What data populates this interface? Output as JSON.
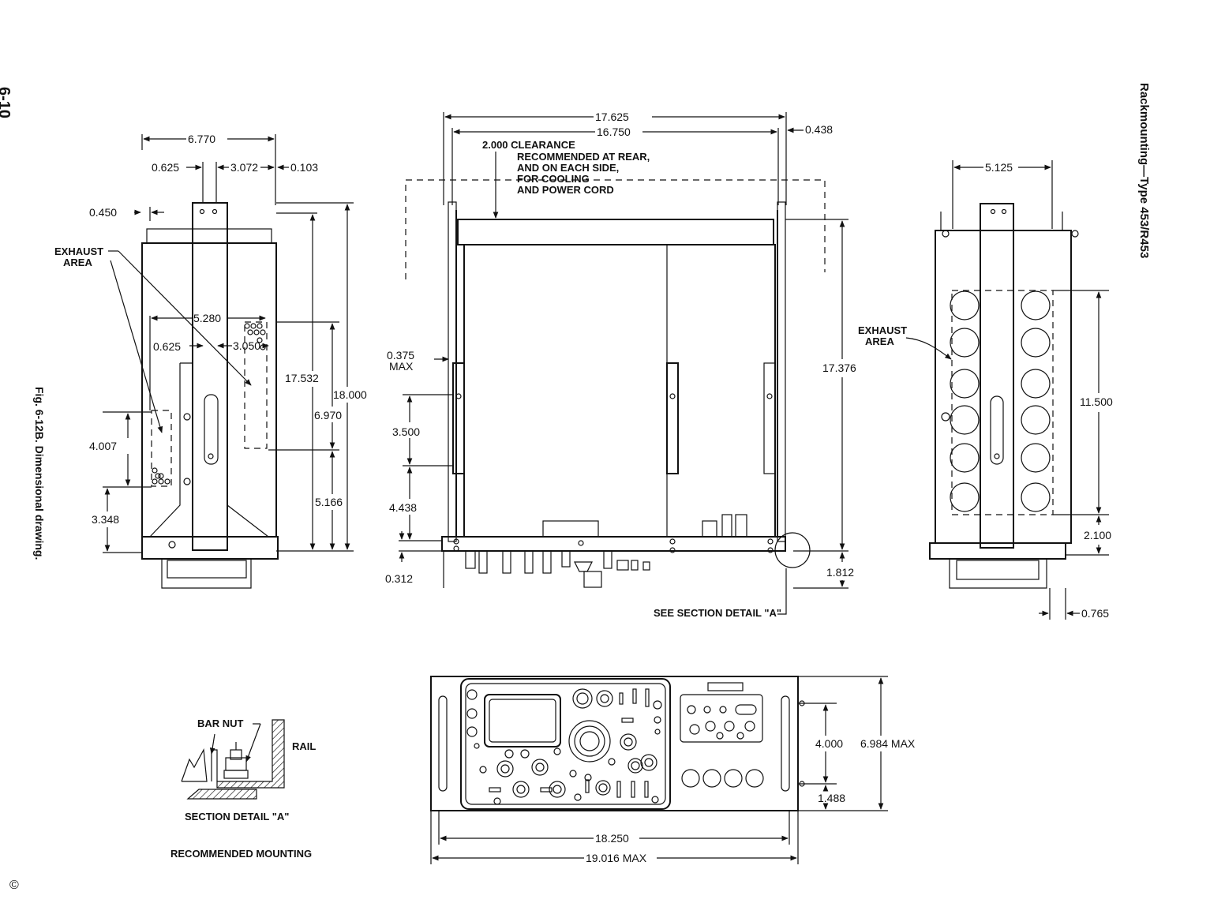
{
  "page": {
    "page_number": "6-10",
    "running_head": "Rackmounting—Type 453/R453",
    "figure_caption": "Fig. 6-12B. Dimensional drawing.",
    "copyright_mark": "©"
  },
  "left_view": {
    "d_6770": "6.770",
    "d_0625_top": "0.625",
    "d_3072": "3.072",
    "d_0103": "0.103",
    "d_0450": "0.450",
    "exhaust_label_1": "EXHAUST",
    "exhaust_label_2": "AREA",
    "d_5280": "5.280",
    "d_0625_mid": "0.625",
    "d_3050": "3.050",
    "d_17532": "17.532",
    "d_18000": "18.000",
    "d_6970": "6.970",
    "d_4007": "4.007",
    "d_5166": "5.166",
    "d_3348": "3.348"
  },
  "top_view": {
    "d_17625": "17.625",
    "d_16750": "16.750",
    "d_0438": "0.438",
    "clearance_1": "2.000 CLEARANCE",
    "clearance_2": "RECOMMENDED AT REAR,",
    "clearance_3": "AND ON EACH SIDE,",
    "clearance_4": "FOR COOLING",
    "clearance_5": "AND POWER CORD",
    "d_0375": "0.375",
    "d_max": "MAX",
    "d_3500": "3.500",
    "d_4438": "4.438",
    "d_0312": "0.312",
    "d_17376": "17.376",
    "d_1812": "1.812",
    "exhaust_label_1": "EXHAUST",
    "exhaust_label_2": "AREA",
    "see_section": "SEE SECTION DETAIL \"A\""
  },
  "right_view": {
    "d_5125": "5.125",
    "d_11500": "11.500",
    "d_2100": "2.100",
    "d_0765": "0.765"
  },
  "section_detail": {
    "bar_nut": "BAR NUT",
    "rail": "RAIL",
    "title": "SECTION DETAIL \"A\"",
    "recommended": "RECOMMENDED MOUNTING"
  },
  "front_view": {
    "d_4000": "4.000",
    "d_6984": "6.984 MAX",
    "d_1488": "1.488",
    "d_18250": "18.250",
    "d_19016": "19.016 MAX"
  }
}
